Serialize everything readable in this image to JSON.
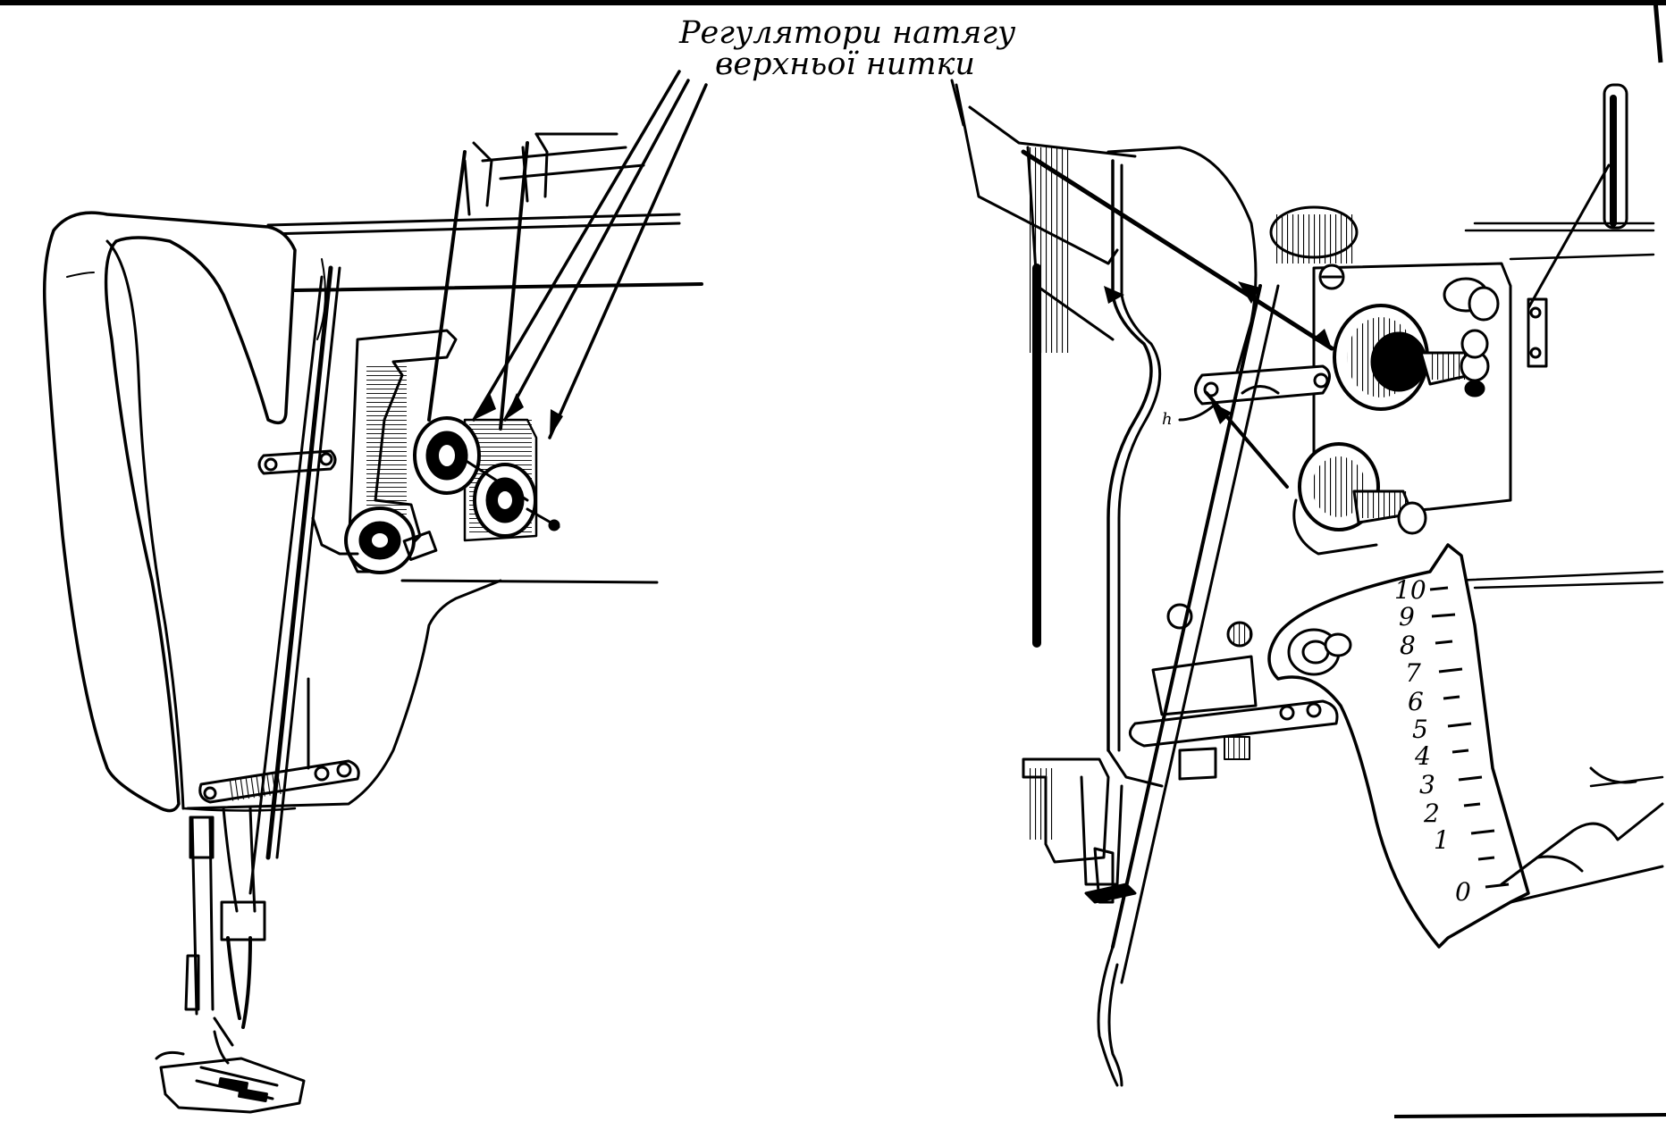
{
  "labels": {
    "callout_line1": "Регулятори натягу",
    "callout_line2": "верхньої нитки",
    "small_letter": "h"
  },
  "scale": {
    "ticks": [
      "10",
      "9",
      "8",
      "7",
      "6",
      "5",
      "4",
      "3",
      "2",
      "1",
      "0"
    ]
  },
  "colors": {
    "ink": "#000000",
    "paper": "#ffffff"
  }
}
